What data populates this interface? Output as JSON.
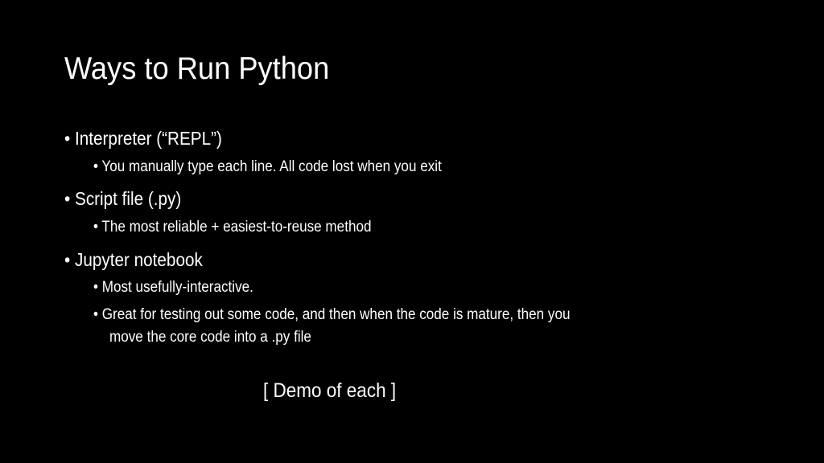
{
  "slide": {
    "title": "Ways to Run Python",
    "bullet_glyph": "•",
    "items": [
      {
        "label": "Interpreter (“REPL”)",
        "subitems": [
          "You manually type each line. All code lost when you exit"
        ]
      },
      {
        "label": "Script file (.py)",
        "subitems": [
          "The most reliable + easiest-to-reuse method"
        ]
      },
      {
        "label": "Jupyter notebook",
        "subitems": [
          "Most usefully-interactive.",
          "Great for testing out some code, and then when the code is mature, then you",
          "move the core code into a .py file"
        ]
      }
    ],
    "footer_note": "[ Demo of each ]"
  },
  "colors": {
    "background": "#000000",
    "text": "#ffffff"
  }
}
